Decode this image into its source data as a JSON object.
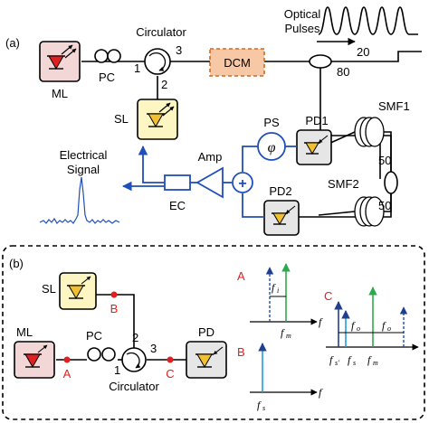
{
  "panel_a": {
    "label": "(a)",
    "optical_pulses": [
      "Optical",
      "Pulses"
    ],
    "dcm": "DCM",
    "circulator": "Circulator",
    "ports": [
      "1",
      "2",
      "3"
    ],
    "ml": "ML",
    "pc": "PC",
    "sl": "SL",
    "split_20": "20",
    "split_80": "80",
    "ps": "PS",
    "phi": "φ",
    "pd1": "PD1",
    "pd2": "PD2",
    "smf1": "SMF1",
    "smf2": "SMF2",
    "coupler_50_top": "50",
    "coupler_50_bottom": "50",
    "amp": "Amp",
    "plus": "+",
    "ec": "EC",
    "electrical_signal": [
      "Electrical",
      "Signal"
    ]
  },
  "panel_b": {
    "label": "(b)",
    "sl": "SL",
    "ml": "ML",
    "pc": "PC",
    "pd": "PD",
    "circulator": "Circulator",
    "ports": [
      "1",
      "2",
      "3"
    ],
    "point_a": "A",
    "point_b": "B",
    "point_c": "C",
    "spectrum_a_label": "A",
    "spectrum_b_label": "B",
    "spectrum_c_label": "C",
    "f": "f",
    "sub_i": "i",
    "sub_m": "m",
    "sub_s": "s",
    "sub_o": "o",
    "sub_s_prime": "s'",
    "sub_s2": "s",
    "sub_m2": "m",
    "sub_o2": "o",
    "sub_s3": "s"
  },
  "colors": {
    "laser_ml": "#f3d7d7",
    "laser_sl": "#fdf6c3",
    "pd_box": "#e6e6e6",
    "dcm_fill": "#f6c8a6",
    "dcm_border": "#d2691e",
    "electrical_blue": "#1f4fb8",
    "spectrum_green": "#2fa84f",
    "marker_red": "#e02020"
  }
}
